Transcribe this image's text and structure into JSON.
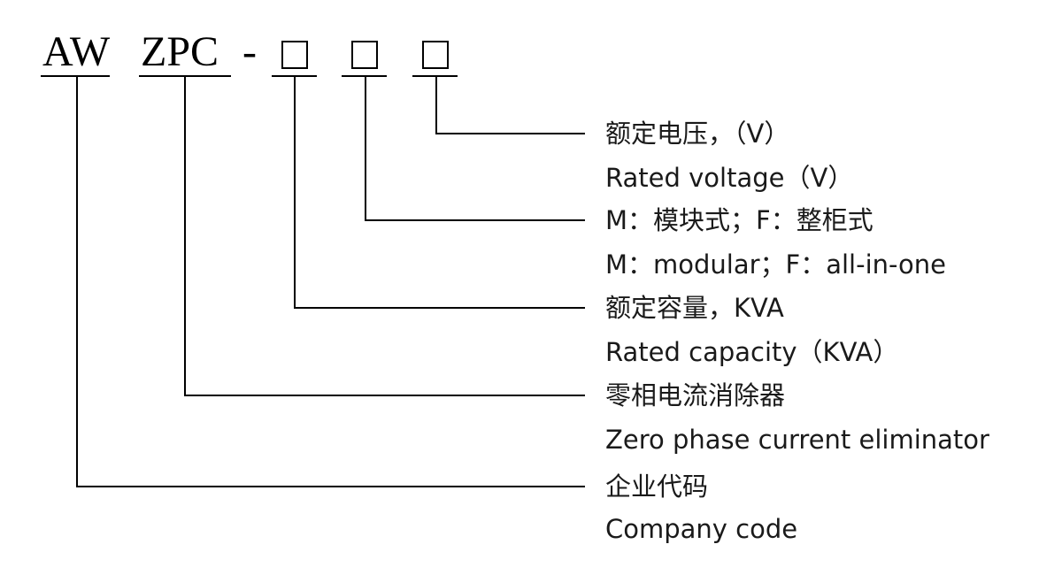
{
  "code": {
    "company": "AW",
    "product": "ZPC",
    "dash": "-"
  },
  "fields": [
    {
      "zh": "额定电压，（V）",
      "en": "Rated voltage（V）"
    },
    {
      "zh": "M：模块式；F：整柜式",
      "en": "M：modular；F：all-in-one"
    },
    {
      "zh": "额定容量，KVA",
      "en": "Rated capacity（KVA）"
    },
    {
      "zh": "零相电流消除器",
      "en": "Zero phase current eliminator"
    },
    {
      "zh": "企业代码",
      "en": "Company code"
    }
  ]
}
